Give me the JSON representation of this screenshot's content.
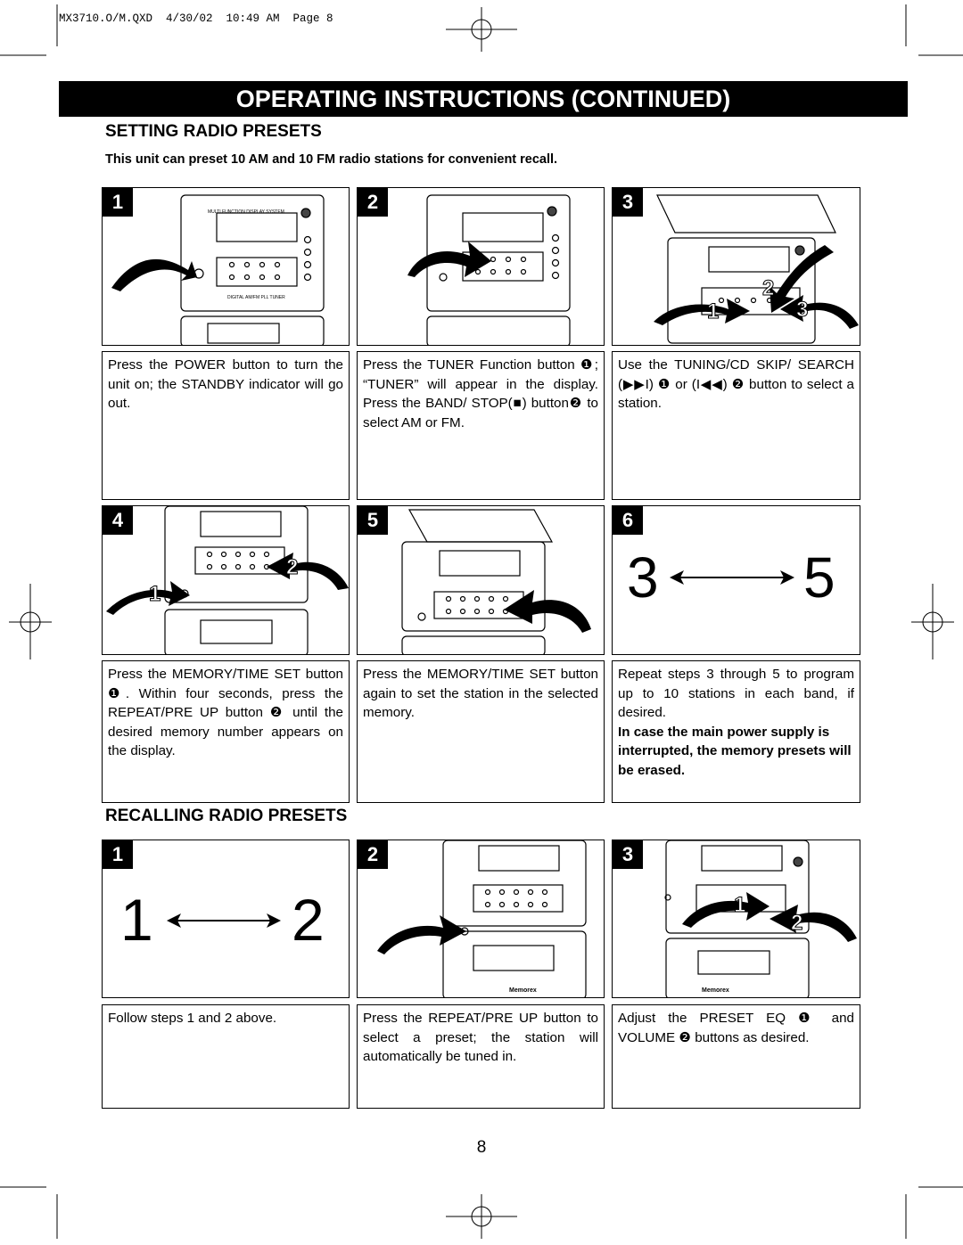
{
  "slug": "MX3710.O/M.QXD  4/30/02  10:49 AM  Page 8",
  "banner": "OPERATING INSTRUCTIONS (CONTINUED)",
  "setting": {
    "title": "SETTING RADIO PRESETS",
    "intro": "This unit can preset 10 AM and 10 FM radio stations for convenient recall.",
    "steps": [
      {
        "num": "1",
        "text": "Press the POWER button to turn the unit on; the STANDBY indicator will go out."
      },
      {
        "num": "2",
        "text": "Press the TUNER Function button ❶; “TUNER” will appear in the display. Press the BAND/ STOP(■) button❷ to select AM or FM."
      },
      {
        "num": "3",
        "text": "Use the TUNING/CD SKIP/ SEARCH (▶▶I) ❶ or (I◀◀) ❷ button to select a station."
      },
      {
        "num": "4",
        "text": "Press the MEMORY/TIME SET button ❶. Within four seconds, press the REPEAT/PRE UP button ❷ until the desired memory number appears on the display."
      },
      {
        "num": "5",
        "text": "Press the MEMORY/TIME SET button again to set the station in the selected memory."
      },
      {
        "num": "6",
        "text": "Repeat steps 3 through 5 to program up to 10 stations in each band, if desired.",
        "warning": "In case the main power supply is interrupted, the memory presets will be erased."
      }
    ]
  },
  "recall": {
    "title": "RECALLING RADIO PRESETS",
    "steps": [
      {
        "num": "1",
        "text": "Follow steps 1 and 2 above."
      },
      {
        "num": "2",
        "text": "Press the REPEAT/PRE UP button to select a preset; the station will automatically be tuned in."
      },
      {
        "num": "3",
        "text": "Adjust the PRESET EQ ❶ and VOLUME ❷ buttons as desired."
      }
    ]
  },
  "figure_labels": {
    "s3_a": "1",
    "s3_b": "2",
    "s3_c": "3",
    "s4_a": "1",
    "s4_b": "2",
    "s6_from": "3",
    "s6_to": "5",
    "r1_from": "1",
    "r1_to": "2",
    "r3_a": "1",
    "r3_b": "2",
    "unit_header": "MULTI FUNCTION DISPLAY SYSTEM",
    "unit_tuner": "DIGITAL AM/FM PLL TUNER",
    "brand": "Memorex"
  },
  "page_number": "8"
}
